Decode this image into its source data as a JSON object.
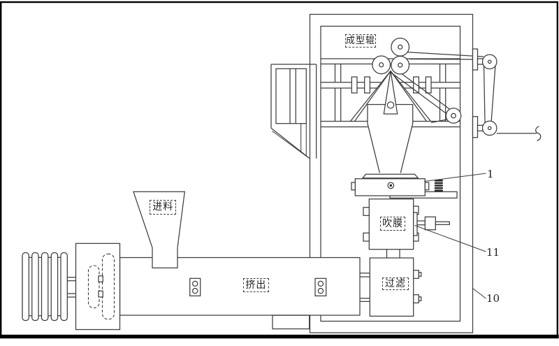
{
  "diagram": {
    "labels": {
      "forming_roller": "成型辊",
      "feed": "进料",
      "extrude": "挤出",
      "blow_film": "吹膜",
      "filter": "过滤"
    },
    "reference_numbers": {
      "die_plate": "1",
      "air_valve": "11",
      "frame": "10"
    }
  },
  "colors": {
    "line": "#3d3d3d",
    "text": "#222222",
    "background": "#ffffff",
    "border": "#000000",
    "spring": "#2b2b2b"
  }
}
